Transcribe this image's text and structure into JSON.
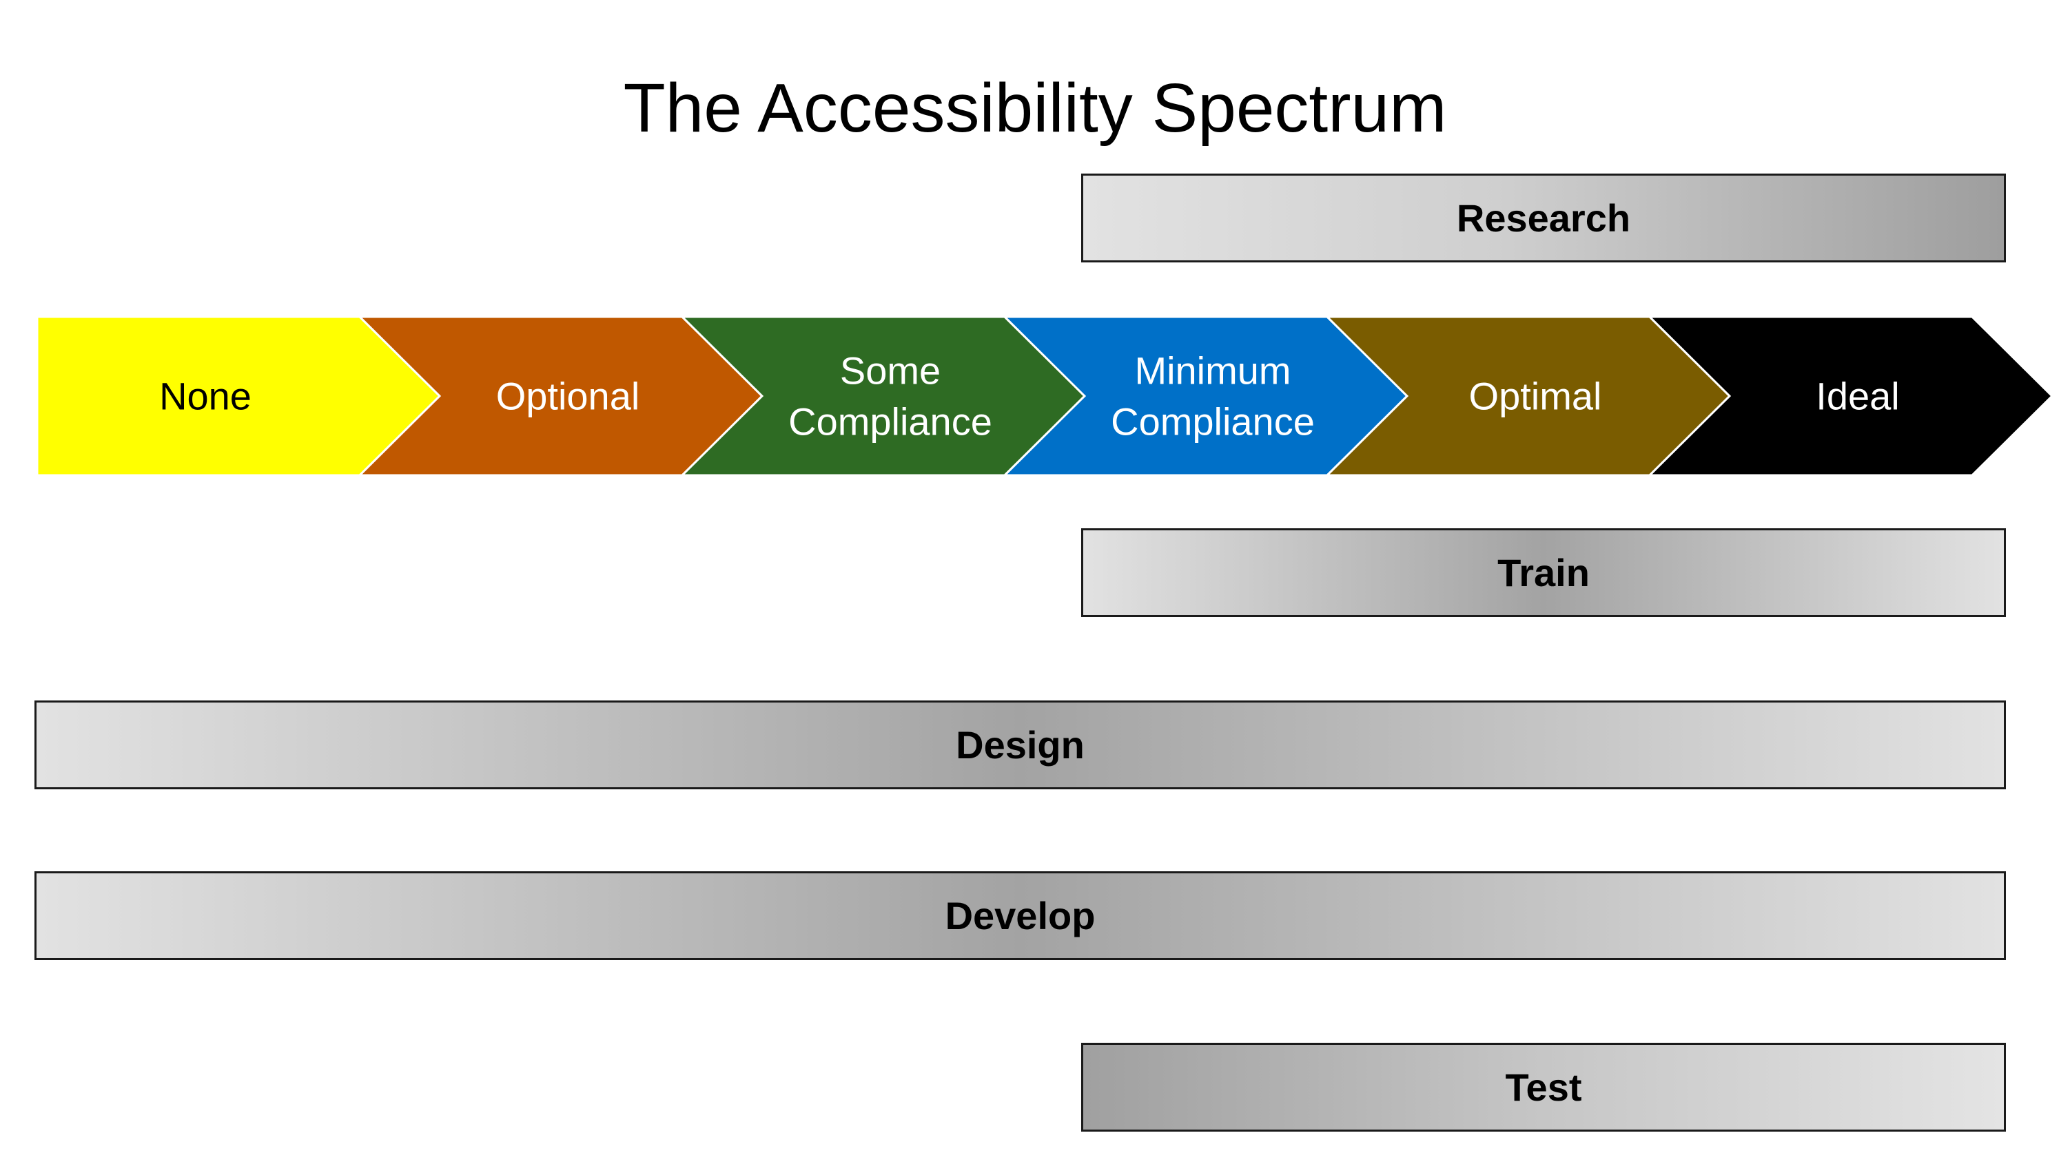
{
  "title": "The Accessibility Spectrum",
  "spectrum": [
    {
      "lines": [
        "None"
      ],
      "color": "#ffff00",
      "text_color": "#000000"
    },
    {
      "lines": [
        "Optional"
      ],
      "color": "#c05800",
      "text_color": "#ffffff"
    },
    {
      "lines": [
        "Some",
        "Compliance"
      ],
      "color": "#2e6b23",
      "text_color": "#ffffff"
    },
    {
      "lines": [
        "Minimum",
        "Compliance"
      ],
      "color": "#0070c8",
      "text_color": "#ffffff"
    },
    {
      "lines": [
        "Optimal"
      ],
      "color": "#7a5c00",
      "text_color": "#ffffff"
    },
    {
      "lines": [
        "Ideal"
      ],
      "color": "#000000",
      "text_color": "#ffffff"
    }
  ],
  "activities": {
    "research": "Research",
    "train": "Train",
    "design": "Design",
    "develop": "Develop",
    "test": "Test"
  }
}
